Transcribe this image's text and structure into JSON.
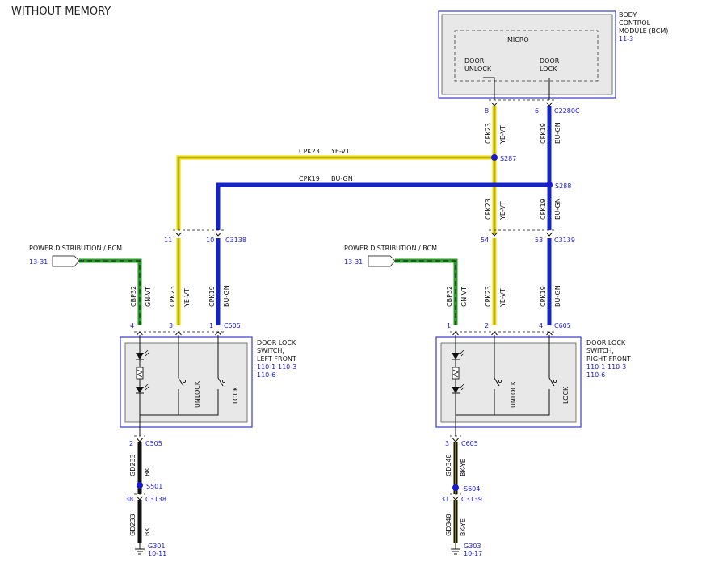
{
  "title": "WITHOUT MEMORY",
  "bcm": {
    "label1": "BODY",
    "label2": "CONTROL",
    "label3": "MODULE (BCM)",
    "ref": "11-3",
    "micro": "MICRO",
    "unlock1": "DOOR",
    "unlock2": "UNLOCK",
    "lock1": "DOOR",
    "lock2": "LOCK",
    "pin_unlock": "8",
    "pin_lock": "6",
    "connector": "C2280C"
  },
  "wires": {
    "cpk23": "CPK23",
    "ye_vt": "YE-VT",
    "cpk19": "CPK19",
    "bu_gn": "BU-GN",
    "cbp32": "CBP32",
    "gn_vt": "GN-VT",
    "gd233": "GD233",
    "bk": "BK",
    "gd348": "GD348",
    "bk_ye": "BK-YE"
  },
  "splices": {
    "s287": "S287",
    "s288": "S288",
    "s501": "S501",
    "s604": "S604"
  },
  "power": {
    "label": "POWER DISTRIBUTION / BCM",
    "ref": "13-31"
  },
  "left": {
    "c3138": "C3138",
    "pin11": "11",
    "pin10": "10",
    "c505": "C505",
    "pin4": "4",
    "pin3": "3",
    "pin1": "1",
    "pin2": "2",
    "pin38": "38",
    "switch1": "DOOR LOCK",
    "switch2": "SWITCH,",
    "switch3": "LEFT FRONT",
    "ref1": "110-1",
    "ref2": "110-3",
    "ref3": "110-6",
    "unlock": "UNLOCK",
    "lock": "LOCK",
    "ground": "G301",
    "ground_ref": "10-11"
  },
  "right": {
    "c3139": "C3139",
    "pin54": "54",
    "pin53": "53",
    "c605": "C605",
    "pin1": "1",
    "pin2": "2",
    "pin4": "4",
    "pin3": "3",
    "pin31": "31",
    "switch1": "DOOR LOCK",
    "switch2": "SWITCH,",
    "switch3": "RIGHT FRONT",
    "ref1": "110-1",
    "ref2": "110-3",
    "ref3": "110-6",
    "unlock": "UNLOCK",
    "lock": "LOCK",
    "ground": "G303",
    "ground_ref": "10-17"
  }
}
